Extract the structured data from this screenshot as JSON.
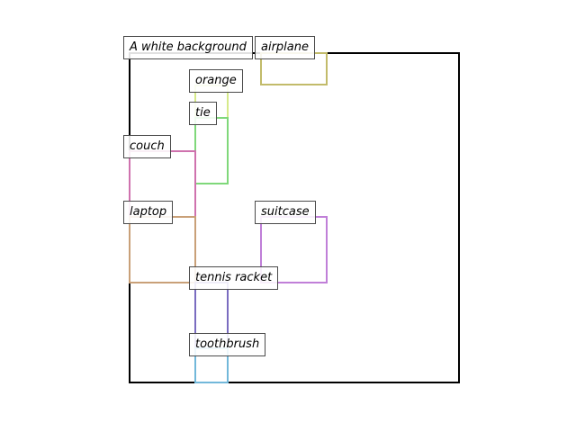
{
  "scene": {
    "caption": "A white background",
    "regions": [
      {
        "label": "airplane",
        "color": "#c2bb6a"
      },
      {
        "label": "orange",
        "color": "#d6ea8a"
      },
      {
        "label": "tie",
        "color": "#7fd87a"
      },
      {
        "label": "couch",
        "color": "#cf72ae"
      },
      {
        "label": "laptop",
        "color": "#c9a078"
      },
      {
        "label": "suitcase",
        "color": "#c07fd8"
      },
      {
        "label": "tennis racket",
        "color": "#7a6cc0"
      },
      {
        "label": "toothbrush",
        "color": "#72b8da"
      }
    ]
  }
}
